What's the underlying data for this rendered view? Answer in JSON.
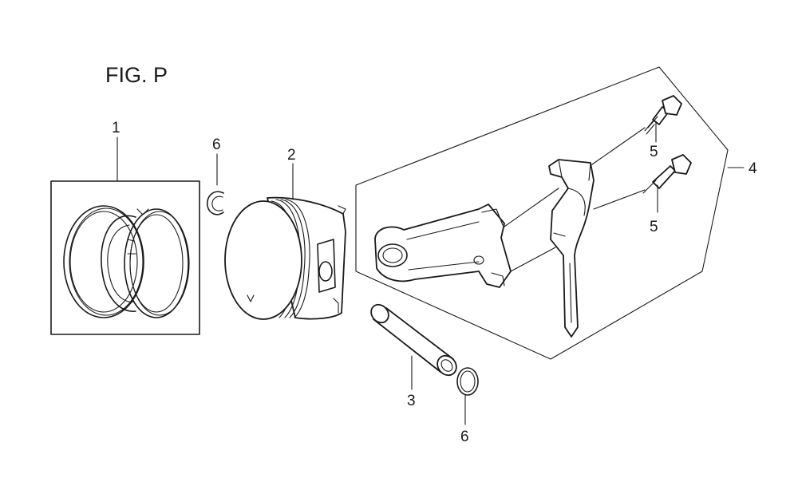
{
  "figure": {
    "title": "FIG. P"
  },
  "callouts": {
    "piston_rings": "1",
    "piston": "2",
    "piston_pin": "3",
    "connecting_rod_assembly": "4",
    "rod_bolt_upper": "5",
    "rod_bolt_lower": "5",
    "clip_upper": "6",
    "clip_lower": "6"
  }
}
